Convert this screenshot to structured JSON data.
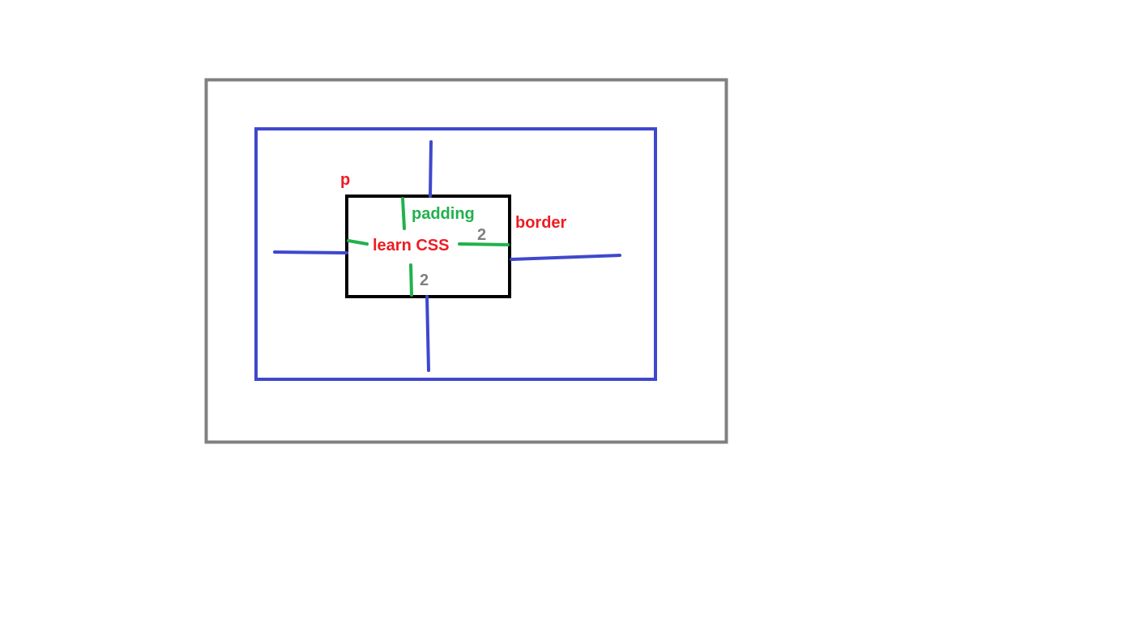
{
  "labels": {
    "element": "p",
    "content": "learn CSS",
    "padding": "padding",
    "border": "border",
    "padding_right_value": "2",
    "padding_bottom_value": "2"
  },
  "colors": {
    "outer_box": "#808080",
    "margin_box": "#3f48cc",
    "element_box": "#000000",
    "padding_marks": "#22b14c",
    "red_text": "#ed1c24",
    "value_text": "#7f7f7f"
  }
}
